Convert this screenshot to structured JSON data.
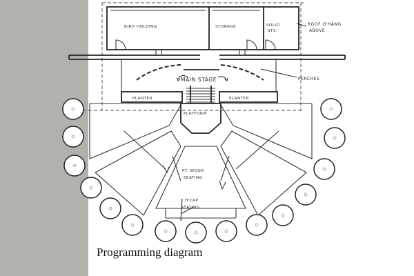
{
  "diagram": {
    "labels": {
      "bird_holding": "BIRD HOLDING",
      "storage": "STORAGE",
      "solid_sts_1": "SOLID",
      "solid_sts_2": "STS.",
      "roof_1": "ROOF O'HANG",
      "roof_2": "ABOVE",
      "main_stage": "MAIN STAGE",
      "perches": "PERCHES",
      "planter_left": "PLANTER",
      "planter_right": "PLANTER",
      "platform": "PLATFORM",
      "seating_1": "FT. WOOD",
      "seating_2": "SEATING",
      "hcap_1": "H'CAP",
      "hcap_2": "SEATING"
    },
    "caption": "Programming diagram"
  }
}
